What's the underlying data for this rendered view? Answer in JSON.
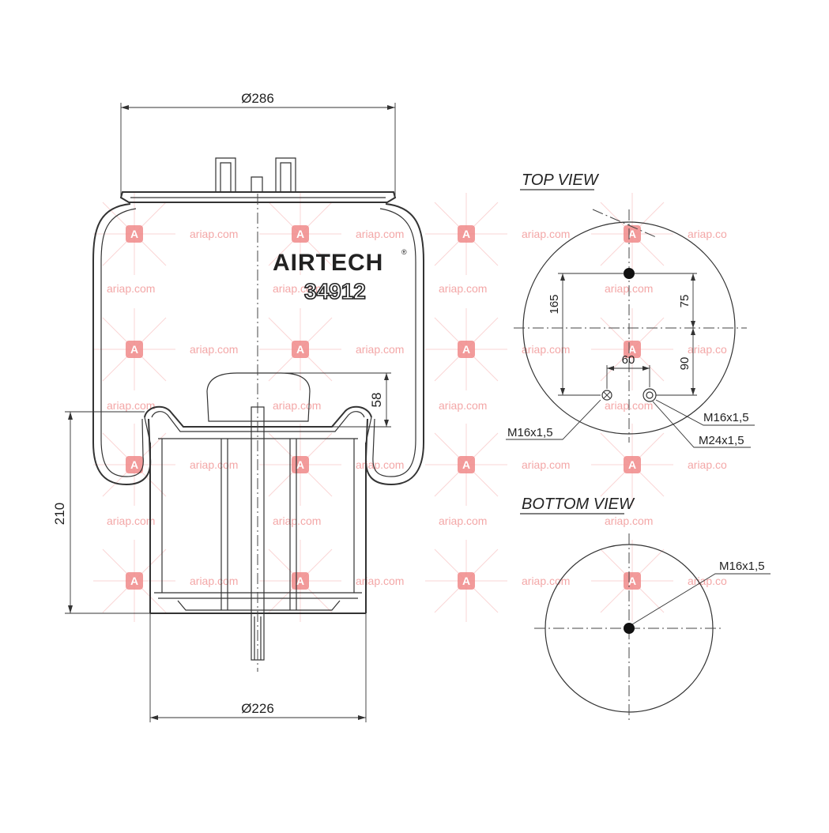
{
  "brand": "AIRTECH",
  "part_number": "34912",
  "dimensions": {
    "top_diameter": "Ø286",
    "bottom_diameter": "Ø226",
    "height": "210",
    "bumper_height": "58"
  },
  "top_view": {
    "heading": "TOP VIEW",
    "dim_165": "165",
    "dim_75": "75",
    "dim_90": "90",
    "dim_60": "60",
    "thread_left": "M16x1,5",
    "thread_right": "M16x1,5",
    "thread_air": "M24x1,5"
  },
  "bottom_view": {
    "heading": "BOTTOM VIEW",
    "thread": "M16x1,5"
  },
  "watermark": {
    "text": "ariap.com",
    "text_cut": "ariap.co",
    "logo": "A",
    "color": "#f08a8a"
  }
}
